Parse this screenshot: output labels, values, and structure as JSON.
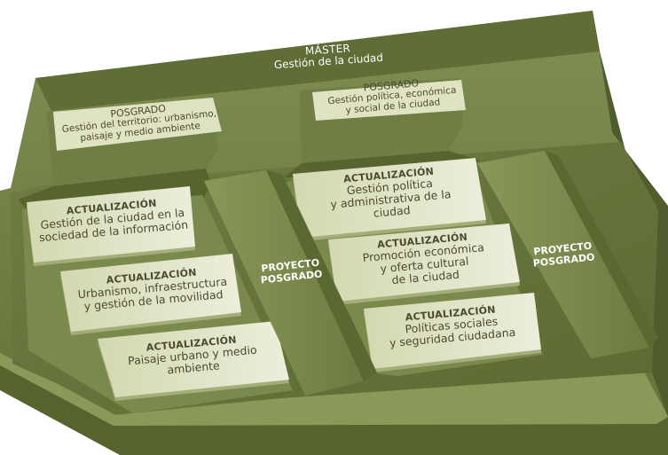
{
  "master": {
    "keyword": "MÁSTER",
    "title": "Gestión de la ciudad"
  },
  "posgrados": [
    {
      "keyword": "POSGRADO",
      "lines": [
        "Gestión del territorio: urbanismo,",
        "paisaje y medio ambiente"
      ]
    },
    {
      "keyword": "POSGRADO",
      "lines": [
        "Gestión política, económica",
        "y social de la ciudad"
      ]
    }
  ],
  "actualizaciones": [
    {
      "keyword": "ACTUALIZACIÓN",
      "lines": [
        "Gestión de la ciudad en la",
        "sociedad de la información"
      ]
    },
    {
      "keyword": "ACTUALIZACIÓN",
      "lines": [
        "Urbanismo, infraestructura",
        "y gestión de la movilidad"
      ]
    },
    {
      "keyword": "ACTUALIZACIÓN",
      "lines": [
        "Paisaje urbano y medio",
        "ambiente"
      ]
    },
    {
      "keyword": "ACTUALIZACIÓN",
      "lines": [
        "Gestión política",
        "y administrativa de la",
        "ciudad"
      ]
    },
    {
      "keyword": "ACTUALIZACIÓN",
      "lines": [
        "Promoción económica",
        "y oferta cultural",
        "de la ciudad"
      ]
    },
    {
      "keyword": "ACTUALIZACIÓN",
      "lines": [
        "Políticas sociales",
        "y seguridad ciudadana"
      ]
    }
  ],
  "proyectos": [
    {
      "lines": [
        "PROYECTO",
        "POSGRADO"
      ]
    },
    {
      "lines": [
        "PROYECTO",
        "POSGRADO"
      ]
    }
  ],
  "colors": {
    "outer_top": "#75834a",
    "outer_dark": "#5a6832",
    "outer_side": "#4a5628",
    "tray_floor": "#697840",
    "card_face": "#dfe3c2",
    "card_side": "#a5ae7b",
    "proyecto": "#7d8c50",
    "text_dark": "#4a4a2c"
  }
}
